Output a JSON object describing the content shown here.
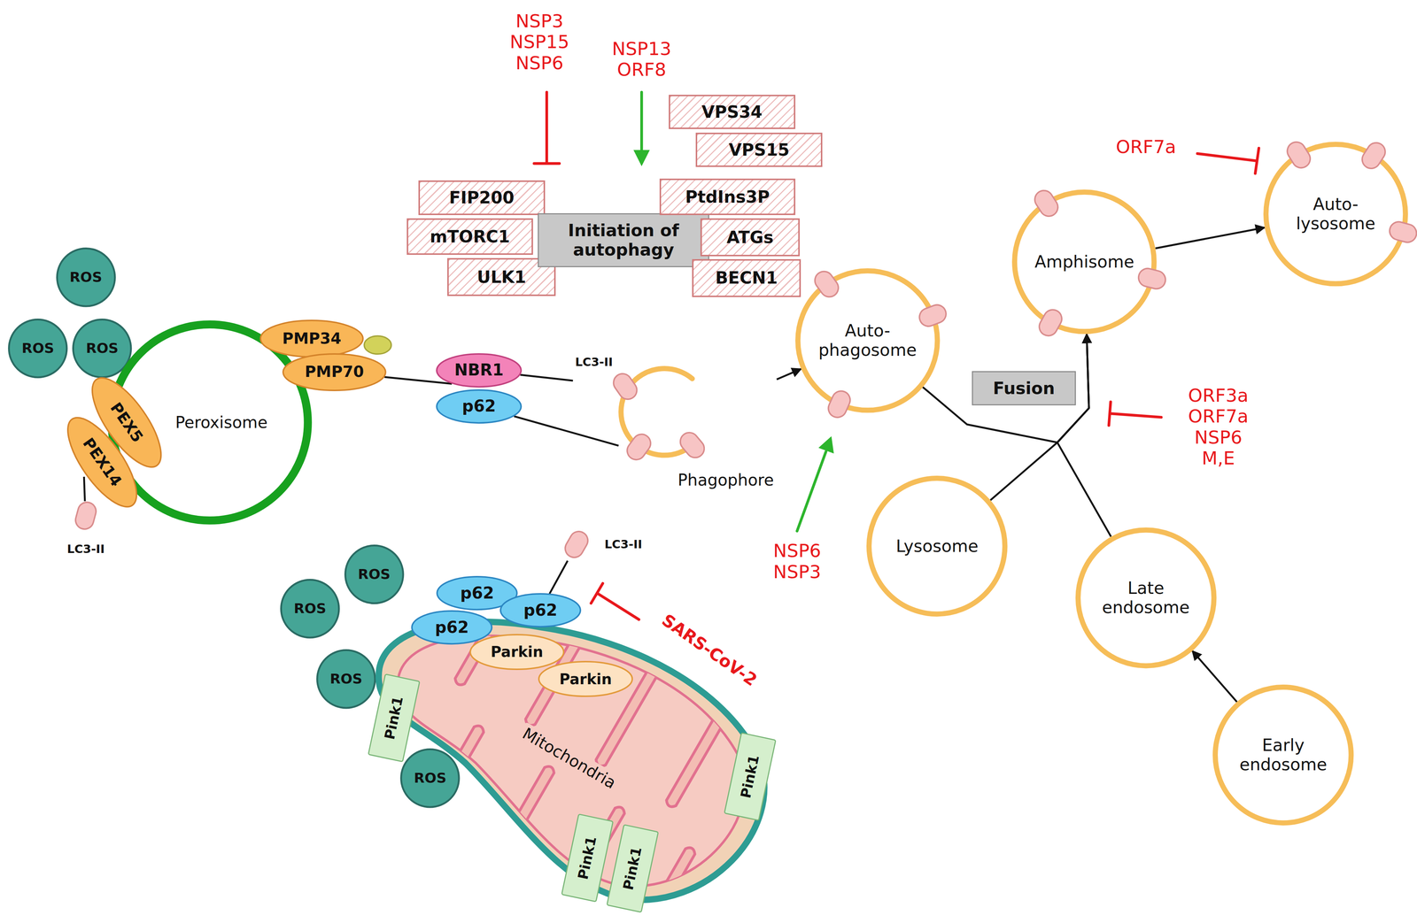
{
  "diagram": {
    "nodes": [
      {
        "text": [
          "FIP200"
        ]
      },
      {
        "text": [
          "mTORC1"
        ]
      },
      {
        "text": [
          "ULK1"
        ]
      },
      {
        "text": [
          "Initiation of autophagy"
        ]
      },
      {
        "text": [
          "VPS34"
        ]
      },
      {
        "text": [
          "VPS15"
        ]
      },
      {
        "text": [
          "PtdIns3P"
        ]
      },
      {
        "text": [
          "ATGs"
        ]
      },
      {
        "text": [
          "BECN1"
        ]
      },
      {
        "text": [
          "ROS"
        ]
      },
      {
        "text": [
          "ROS"
        ]
      },
      {
        "text": [
          "ROS"
        ]
      },
      {
        "text": [
          "Peroxisome"
        ]
      },
      {
        "text": [
          "PMP34"
        ]
      },
      {
        "text": [
          "PMP70"
        ]
      },
      {
        "text": [
          "PEX5"
        ]
      },
      {
        "text": [
          "PEX14"
        ]
      },
      {
        "text": [
          "LC3-II"
        ]
      },
      {
        "text": [
          "NBR1"
        ]
      },
      {
        "text": [
          "p62"
        ]
      },
      {
        "text": [
          "Phagophore"
        ]
      },
      {
        "text": [
          "LC3-II"
        ]
      },
      {
        "text": [
          "Auto- phagosome"
        ]
      },
      {
        "text": [
          "Amphisome"
        ]
      },
      {
        "text": [
          "Auto- lysosome"
        ]
      },
      {
        "text": [
          "Fusion"
        ]
      },
      {
        "text": [
          "Lysosome"
        ]
      },
      {
        "text": [
          "Late endosome"
        ]
      },
      {
        "text": [
          "Early endosome"
        ]
      },
      {
        "text": [
          "ROS"
        ]
      },
      {
        "text": [
          "ROS"
        ]
      },
      {
        "text": [
          "ROS"
        ]
      },
      {
        "text": [
          "ROS"
        ]
      },
      {
        "text": [
          "Mitochondria"
        ]
      },
      {
        "text": [
          "Parkin"
        ],
        "in": 33
      },
      {
        "text": [
          "Parkin"
        ],
        "in": 33
      },
      {
        "text": [
          "Pink1"
        ]
      },
      {
        "text": [
          "Pink1"
        ]
      },
      {
        "text": [
          "Pink1"
        ]
      },
      {
        "text": [
          "Pink1"
        ]
      },
      {
        "text": [
          "p62"
        ]
      },
      {
        "text": [
          "p62"
        ]
      },
      {
        "text": [
          "p62"
        ]
      },
      {
        "text": [
          "LC3-II"
        ]
      }
    ],
    "edges": [
      {
        "from": 14,
        "to": 18,
        "arrow": "none"
      },
      {
        "from": 16,
        "to": 17,
        "arrow": "none"
      },
      {
        "from": 18,
        "to": 21,
        "arrow": "none"
      },
      {
        "from": 19,
        "to": 20,
        "arrow": "none"
      },
      {
        "from": 20,
        "to": 22,
        "arrow": "to"
      },
      {
        "from": 22,
        "to": 23,
        "arrow": "to"
      },
      {
        "from": 26,
        "to": 23,
        "arrow": "to"
      },
      {
        "from": 27,
        "to": 23,
        "arrow": "to"
      },
      {
        "from": 28,
        "to": 27,
        "arrow": "to"
      },
      {
        "from": 23,
        "to": 24,
        "arrow": "to"
      },
      {
        "from": 42,
        "to": 43,
        "arrow": "none"
      }
    ],
    "labels": [
      "NSP3 NSP15 NSP6",
      "NSP13 ORF8",
      "ORF7a",
      "ORF3a ORF7a NSP6 M,E",
      "NSP6 NSP3",
      "SARS-CoV-2"
    ]
  }
}
